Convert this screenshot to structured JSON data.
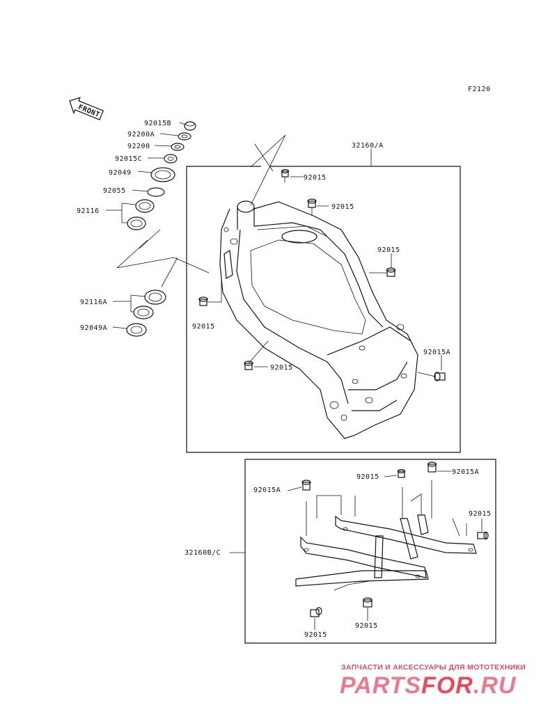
{
  "diagram_code": "F2120",
  "front_label": "FRONT",
  "upper_assembly_label": "32160/A",
  "lower_assembly_label": "32160B/C",
  "steering_parts": [
    "92015B",
    "92200A",
    "92200",
    "92015C",
    "92049",
    "92055",
    "92116",
    "92116A",
    "92049A"
  ],
  "upper_bolt_labels": [
    "92015",
    "92015",
    "92015",
    "92015",
    "92015",
    "92015A"
  ],
  "lower_bolt_labels": [
    "92015A",
    "92015",
    "92015A",
    "92015",
    "92015",
    "92015"
  ],
  "watermark": {
    "tagline": "ЗАПЧАСТИ И АКСЕССУАРЫ ДЛЯ МОТОТЕХНИКИ",
    "logo_part1": "PARTS",
    "logo_part2": "FOR",
    "logo_part3": ".RU",
    "color": "#e84a5f"
  }
}
